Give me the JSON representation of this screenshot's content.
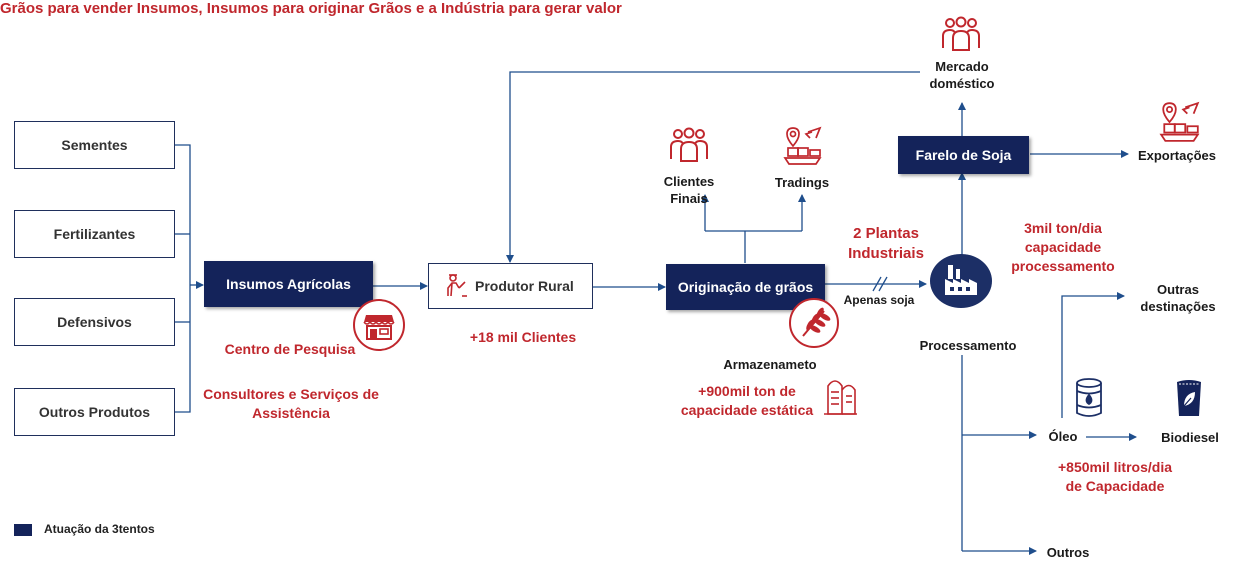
{
  "title": "Grãos para vender Insumos, Insumos para originar Grãos e a Indústria para gerar valor",
  "inputs": [
    "Sementes",
    "Fertilizantes",
    "Defensivos",
    "Outros Produtos"
  ],
  "nodes": {
    "insumos": "Insumos Agrícolas",
    "produtor": "Produtor Rural",
    "originacao": "Originação de grãos",
    "farelo": "Farelo de Soja"
  },
  "labels": {
    "mercado_line1": "Mercado",
    "mercado_line2": "doméstico",
    "clientes_line1": "Clientes",
    "clientes_line2": "Finais",
    "tradings": "Tradings",
    "exportacoes": "Exportações",
    "apenas_soja": "Apenas soja",
    "processamento": "Processamento",
    "armazenamento": "Armazenameto",
    "outras_line1": "Outras",
    "outras_line2": "destinações",
    "oleo": "Óleo",
    "biodiesel": "Biodiesel",
    "outros": "Outros"
  },
  "highlights": {
    "centro": "Centro de Pesquisa",
    "consultores_line1": "Consultores e Serviços de",
    "consultores_line2": "Assistência",
    "clientes_count": "+18 mil Clientes",
    "armazen_line1": "+900mil ton de",
    "armazen_line2": "capacidade estática",
    "plantas_line1": "2 Plantas",
    "plantas_line2": "Industriais",
    "processamento_line1": "3mil ton/dia",
    "processamento_line2": "capacidade",
    "processamento_line3": "processamento",
    "biodiesel_line1": "+850mil litros/dia",
    "biodiesel_line2": "de Capacidade"
  },
  "legend": "Atuação da 3tentos",
  "colors": {
    "navy": "#14235a",
    "red": "#c0272d",
    "line": "#1f4e8c"
  },
  "icons": [
    "store-icon",
    "farmer-icon",
    "wheat-icon",
    "silo-icon",
    "factory-icon",
    "people-icon",
    "trading-icon",
    "oil-barrel-icon",
    "biodiesel-bag-icon"
  ]
}
